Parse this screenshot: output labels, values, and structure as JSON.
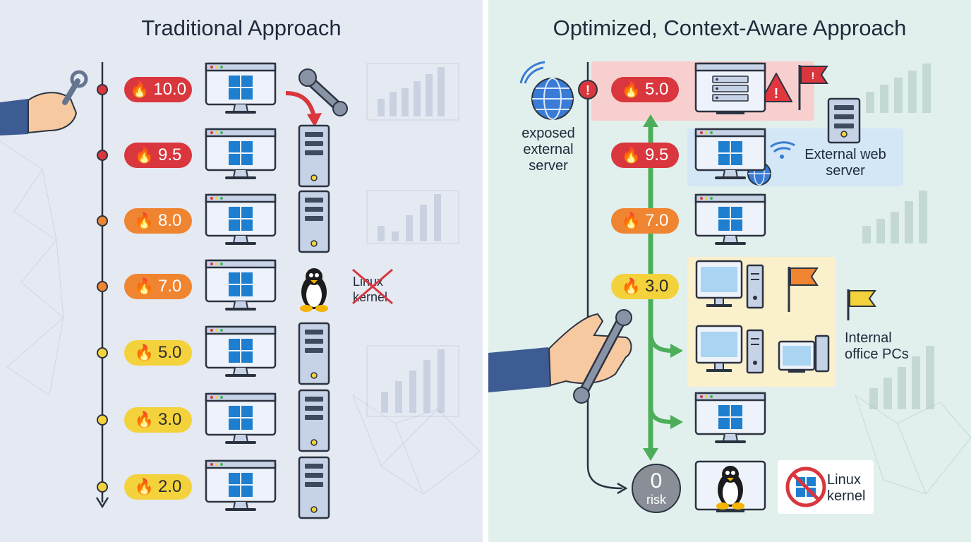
{
  "left": {
    "title": "Traditional Approach",
    "scores": [
      {
        "value": "10.0",
        "level": "red"
      },
      {
        "value": "9.5",
        "level": "red"
      },
      {
        "value": "8.0",
        "level": "orange"
      },
      {
        "value": "7.0",
        "level": "orange"
      },
      {
        "value": "5.0",
        "level": "yellow"
      },
      {
        "value": "3.0",
        "level": "yellow"
      },
      {
        "value": "2.0",
        "level": "yellow"
      }
    ],
    "crossed_label": "Linux kernel"
  },
  "right": {
    "title": "Optimized, Context-Aware Approach",
    "scores": [
      {
        "value": "5.0",
        "level": "red"
      },
      {
        "value": "9.5",
        "level": "red"
      },
      {
        "value": "7.0",
        "level": "orange"
      },
      {
        "value": "3.0",
        "level": "yellow"
      }
    ],
    "exposed_label": "exposed external server",
    "external_label": "External web server",
    "internal_label": "Internal office PCs",
    "zero_value": "0",
    "zero_unit": "risk",
    "linux_label": "Linux kernel"
  },
  "colors": {
    "red": "#d9363e",
    "orange": "#ef8431",
    "yellow": "#f4d23c",
    "green": "#4cae5a",
    "windows_blue": "#1e7fd0"
  },
  "icons": [
    "wrench-icon",
    "hand-icon",
    "monitor-icon",
    "server-icon",
    "linux-penguin-icon",
    "globe-icon",
    "wifi-icon",
    "flag-icon",
    "warning-icon",
    "no-entry-icon",
    "flame-icon"
  ]
}
